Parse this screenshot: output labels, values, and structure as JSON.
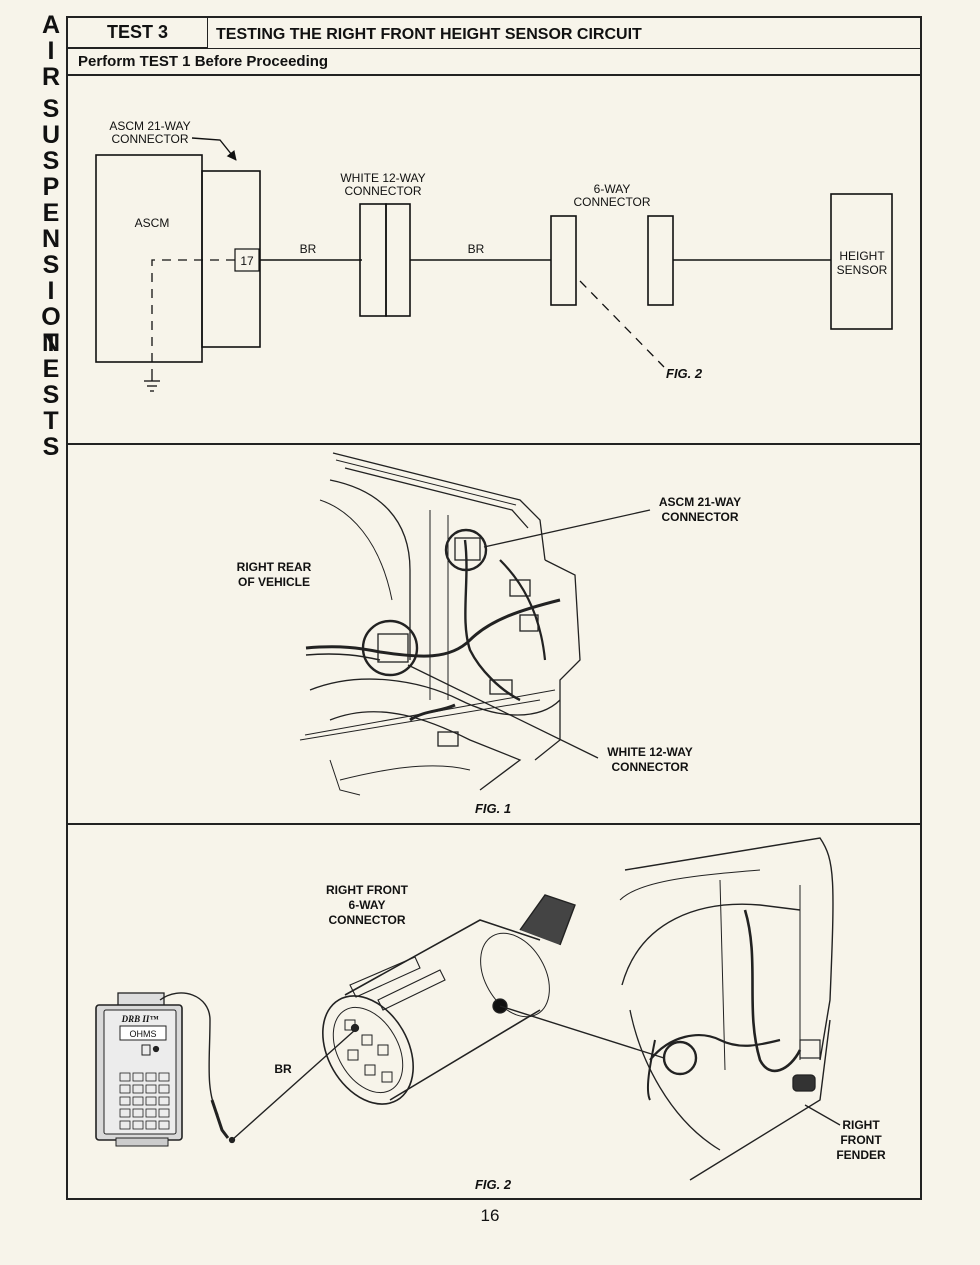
{
  "sidebar": {
    "letters_air": [
      "A",
      "I",
      "R"
    ],
    "letters_suspension": [
      "S",
      "U",
      "S",
      "P",
      "E",
      "N",
      "S",
      "I",
      "O",
      "N"
    ],
    "letters_tests": [
      "T",
      "E",
      "S",
      "T",
      "S"
    ]
  },
  "header": {
    "test_label": "TEST 3",
    "title": "TESTING THE RIGHT FRONT HEIGHT SENSOR CIRCUIT",
    "subtitle": "Perform TEST 1 Before Proceeding"
  },
  "schematic": {
    "ascm_connector_label": [
      "ASCM 21-WAY",
      "CONNECTOR"
    ],
    "ascm_label": "ASCM",
    "pin_number": "17",
    "wire_label_1": "BR",
    "wire_label_2": "BR",
    "white_connector_label": [
      "WHITE 12-WAY",
      "CONNECTOR"
    ],
    "six_way_label": [
      "6-WAY",
      "CONNECTOR"
    ],
    "height_sensor_label": [
      "HEIGHT",
      "SENSOR"
    ],
    "fig_ref": "FIG. 2"
  },
  "fig1": {
    "ascm_callout": [
      "ASCM 21-WAY",
      "CONNECTOR"
    ],
    "rear_label": [
      "RIGHT REAR",
      "OF VEHICLE"
    ],
    "white_callout": [
      "WHITE 12-WAY",
      "CONNECTOR"
    ],
    "caption": "FIG. 1"
  },
  "fig2": {
    "connector_label": [
      "RIGHT FRONT",
      "6-WAY",
      "CONNECTOR"
    ],
    "meter_brand": "DRB II™",
    "meter_display": "OHMS",
    "wire_label": "BR",
    "fender_label": [
      "RIGHT",
      "FRONT",
      "FENDER"
    ],
    "caption": "FIG. 2"
  },
  "page_number": "16"
}
